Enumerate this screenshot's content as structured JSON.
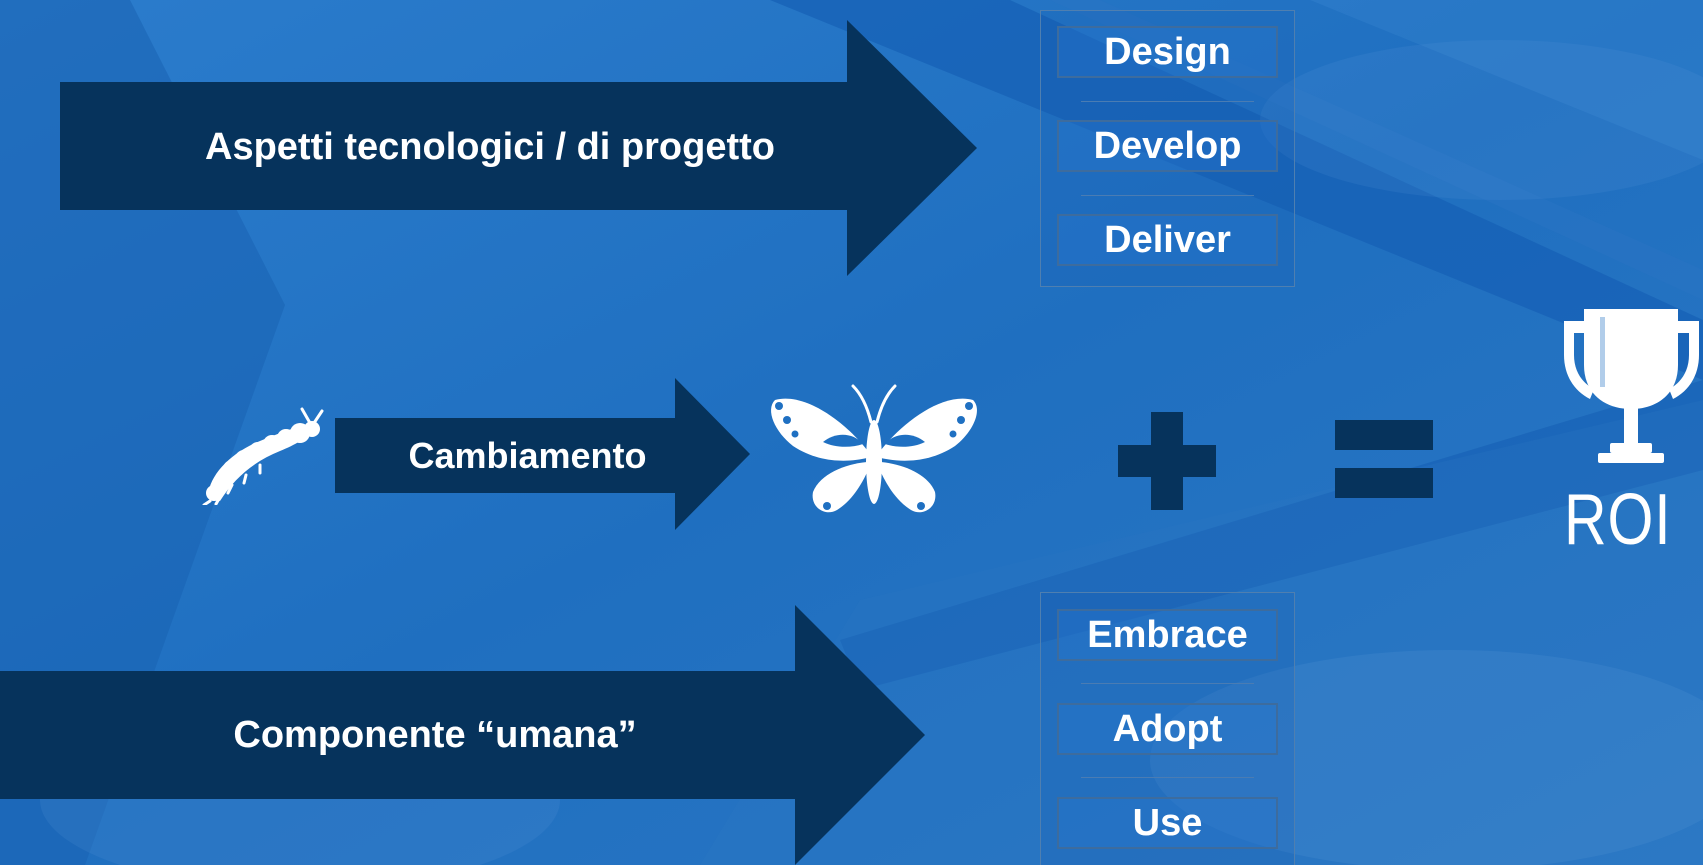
{
  "slide": {
    "colors": {
      "background": "#1f70c2",
      "arrow_fill": "#06335c",
      "text": "#ffffff",
      "operator": "#06335c",
      "icon": "#ffffff"
    },
    "top_flow": {
      "label": "Aspetti tecnologici / di progetto",
      "stages": [
        "Design",
        "Develop",
        "Deliver"
      ]
    },
    "middle_flow": {
      "label": "Cambiamento",
      "from_icon": "caterpillar-icon",
      "to_icon": "butterfly-icon"
    },
    "bottom_flow": {
      "label": "Componente “umana”",
      "stages": [
        "Embrace",
        "Adopt",
        "Use"
      ]
    },
    "operators": {
      "plus": "plus-icon",
      "equals": "equals-icon"
    },
    "result": {
      "icon": "trophy-icon",
      "label": "ROI"
    }
  }
}
